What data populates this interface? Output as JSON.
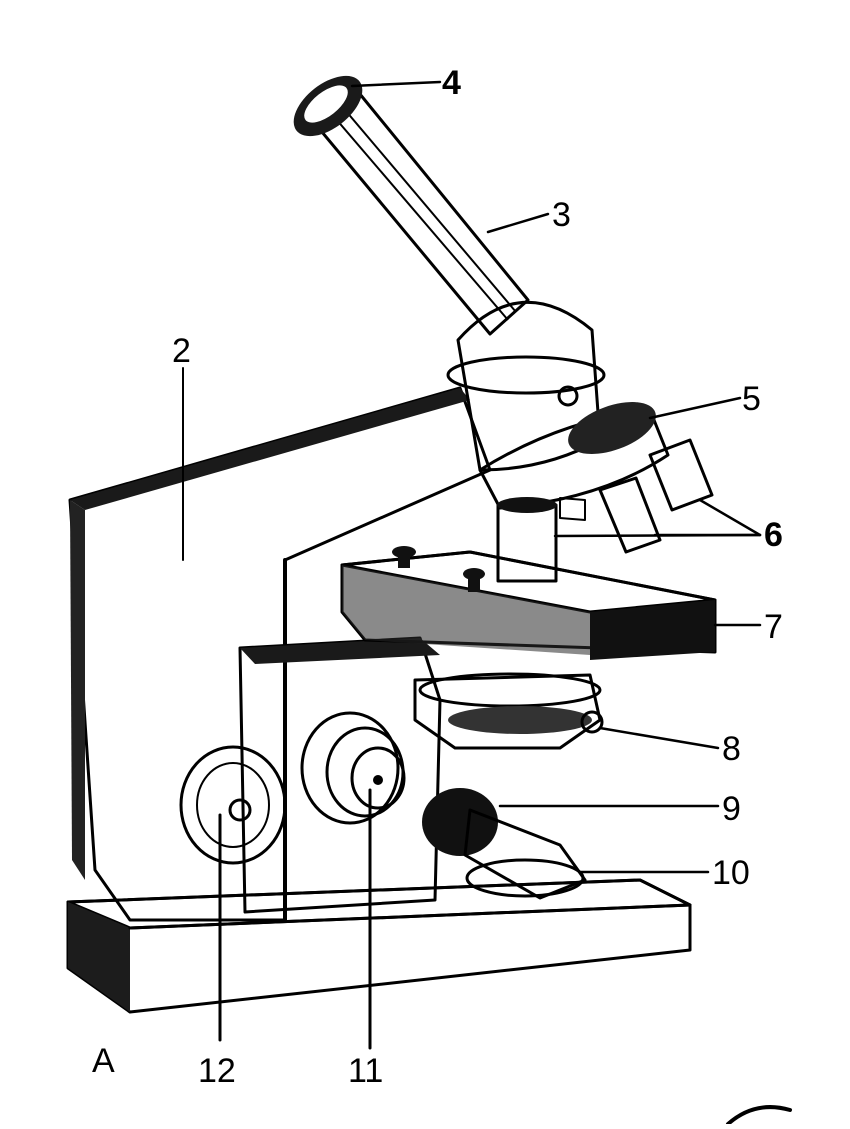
{
  "figure": {
    "panel_letter": "A",
    "labels": [
      {
        "id": "l1",
        "text": "2"
      },
      {
        "id": "l2",
        "text": "3"
      },
      {
        "id": "l3",
        "text": "4"
      },
      {
        "id": "l4",
        "text": "5"
      },
      {
        "id": "l5",
        "text": "6"
      },
      {
        "id": "l6",
        "text": "7"
      },
      {
        "id": "l7",
        "text": "8"
      },
      {
        "id": "l8",
        "text": "9"
      },
      {
        "id": "l9",
        "text": "10"
      },
      {
        "id": "l10",
        "text": "11"
      },
      {
        "id": "l11",
        "text": "12"
      }
    ]
  },
  "colors": {
    "ink": "#000000",
    "paper": "#ffffff",
    "metal_light": "#e6e6e6",
    "metal_mid": "#9a9a9a",
    "metal_dark": "#2a2a2a"
  }
}
